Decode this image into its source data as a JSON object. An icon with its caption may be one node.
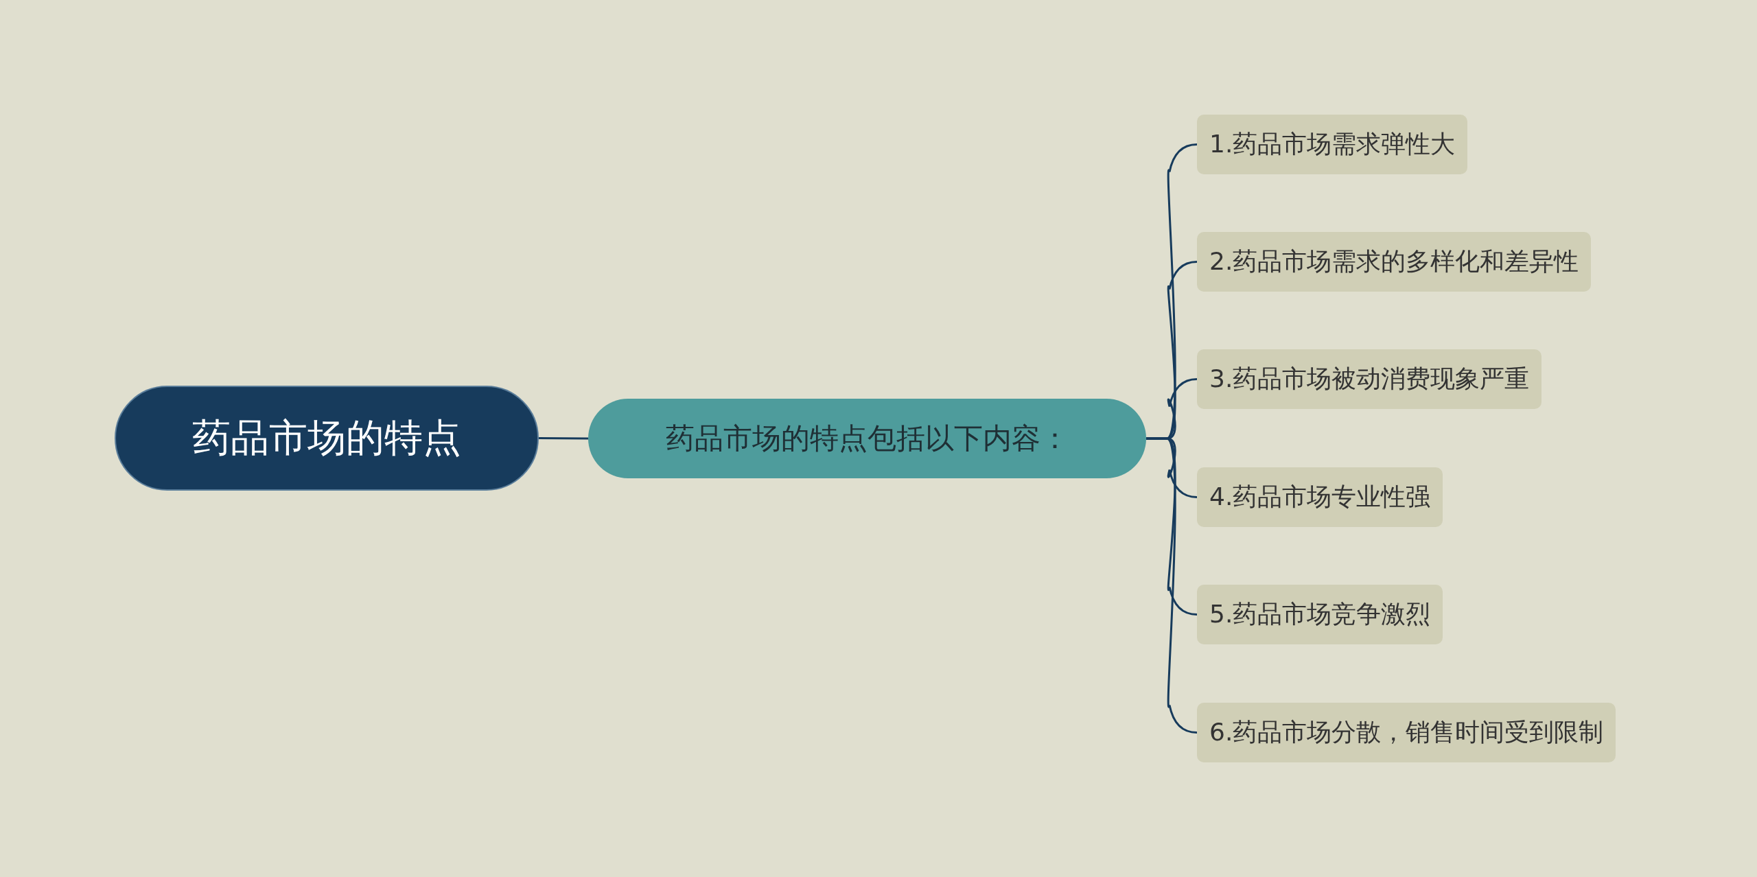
{
  "diagram": {
    "nodes": [
      {
        "text": [
          "药品市场的特点"
        ]
      },
      {
        "text": [
          "药品市场的特点包括以下内容："
        ]
      },
      {
        "text": [
          "1.药品市场需求弹性大"
        ]
      },
      {
        "text": [
          "2.药品市场需求的多样化和差异性"
        ]
      },
      {
        "text": [
          "3.药品市场被动消费现象严重"
        ]
      },
      {
        "text": [
          "4.药品市场专业性强"
        ]
      },
      {
        "text": [
          "5.药品市场竞争激烈"
        ]
      },
      {
        "text": [
          "6.药品市场分散，销售时间受到限制"
        ]
      }
    ],
    "edges": [
      {
        "from": 0,
        "to": 1,
        "arrow": "none"
      },
      {
        "from": 1,
        "to": 2,
        "arrow": "none"
      },
      {
        "from": 1,
        "to": 3,
        "arrow": "none"
      },
      {
        "from": 1,
        "to": 4,
        "arrow": "none"
      },
      {
        "from": 1,
        "to": 5,
        "arrow": "none"
      },
      {
        "from": 1,
        "to": 6,
        "arrow": "none"
      },
      {
        "from": 1,
        "to": 7,
        "arrow": "none"
      }
    ]
  }
}
